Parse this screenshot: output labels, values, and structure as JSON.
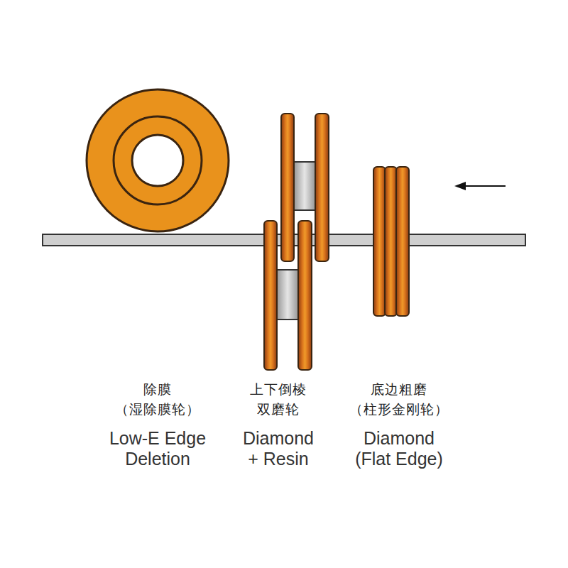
{
  "diagram": {
    "labels": [
      "除膜",
      "（湿除膜轮）",
      "Low-E Edge Deletion",
      "上下倒棱",
      "双磨轮",
      "Diamond + Resin",
      "底边粗磨",
      "（柱形金刚轮）",
      "Diamond (Flat Edge)"
    ]
  }
}
